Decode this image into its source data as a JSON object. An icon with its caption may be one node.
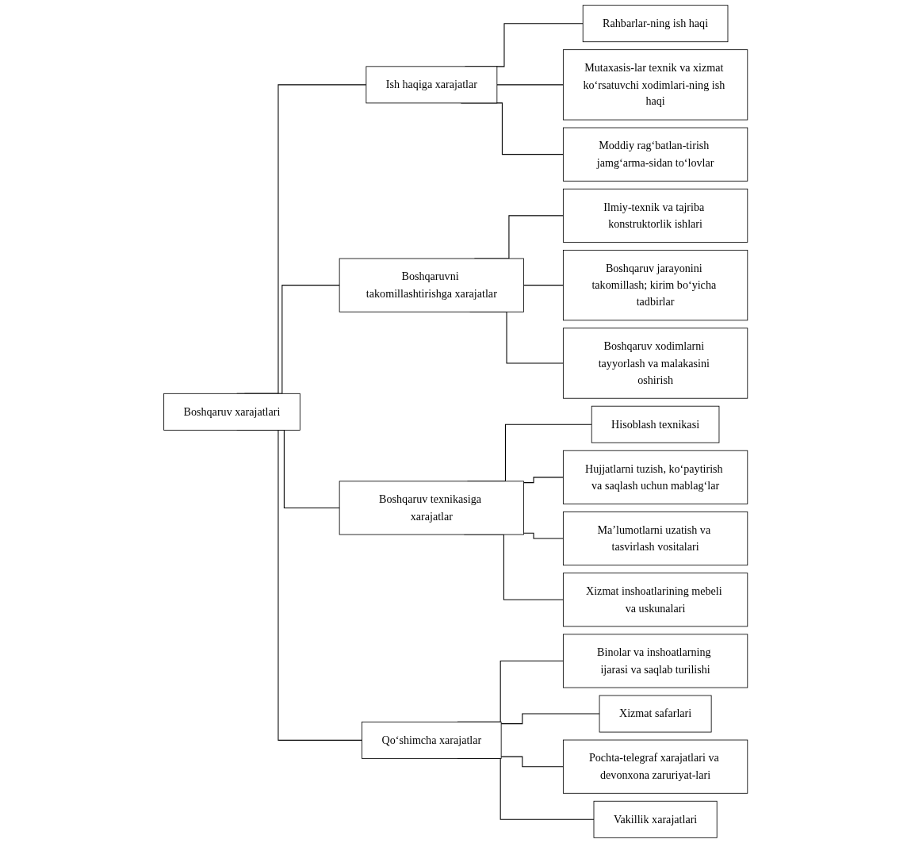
{
  "diagram": {
    "nodes": [
      {
        "text": [
          "Boshqaruv xarajatlari"
        ]
      },
      {
        "text": [
          "Ish haqiga xarajatlar"
        ]
      },
      {
        "text": [
          "Boshqaruvni takomillashtirishga xarajatlar"
        ]
      },
      {
        "text": [
          "Boshqaruv texnikasiga xarajatlar"
        ]
      },
      {
        "text": [
          "Qo‘shimcha xarajatlar"
        ]
      },
      {
        "text": [
          "Rahbarlar-ning ish haqi"
        ]
      },
      {
        "text": [
          "Mutaxasis-lar texnik va xizmat ko‘rsatuvchi xodimlari-ning ish haqi"
        ]
      },
      {
        "text": [
          "Moddiy rag‘batlan-tirish jamg‘arma-sidan to‘lovlar"
        ]
      },
      {
        "text": [
          "Ilmiy-texnik va tajriba konstruktorlik ishlari"
        ]
      },
      {
        "text": [
          "Boshqaruv jarayonini takomillash; kirim bo‘yicha tadbirlar"
        ]
      },
      {
        "text": [
          "Boshqaruv xodimlarni tayyorlash va malakasini oshirish"
        ]
      },
      {
        "text": [
          "Hisoblash texnikasi"
        ]
      },
      {
        "text": [
          "Hujjatlarni tuzish, ko‘paytirish va saqlash uchun mablag‘lar"
        ]
      },
      {
        "text": [
          "Ma’lumotlarni uzatish va tasvirlash vositalari"
        ]
      },
      {
        "text": [
          "Xizmat inshoatlarining mebeli va uskunalari"
        ]
      },
      {
        "text": [
          "Binolar va inshoatlarning ijarasi va saqlab turilishi"
        ]
      },
      {
        "text": [
          "Xizmat safarlari"
        ]
      },
      {
        "text": [
          "Pochta-telegraf xarajatlari va devonxona zaruriyat-lari"
        ]
      },
      {
        "text": [
          "Vakillik xarajatlari"
        ]
      }
    ],
    "edges": [
      {
        "from": 0,
        "to": 1,
        "arrow": "none"
      },
      {
        "from": 0,
        "to": 2,
        "arrow": "none"
      },
      {
        "from": 0,
        "to": 3,
        "arrow": "none"
      },
      {
        "from": 0,
        "to": 4,
        "arrow": "none"
      },
      {
        "from": 1,
        "to": 5,
        "arrow": "none"
      },
      {
        "from": 1,
        "to": 6,
        "arrow": "none"
      },
      {
        "from": 1,
        "to": 7,
        "arrow": "none"
      },
      {
        "from": 2,
        "to": 8,
        "arrow": "none"
      },
      {
        "from": 2,
        "to": 9,
        "arrow": "none"
      },
      {
        "from": 2,
        "to": 10,
        "arrow": "none"
      },
      {
        "from": 3,
        "to": 11,
        "arrow": "none"
      },
      {
        "from": 3,
        "to": 12,
        "arrow": "none"
      },
      {
        "from": 3,
        "to": 13,
        "arrow": "none"
      },
      {
        "from": 3,
        "to": 14,
        "arrow": "none"
      },
      {
        "from": 4,
        "to": 15,
        "arrow": "none"
      },
      {
        "from": 4,
        "to": 16,
        "arrow": "none"
      },
      {
        "from": 4,
        "to": 17,
        "arrow": "none"
      },
      {
        "from": 4,
        "to": 18,
        "arrow": "none"
      }
    ]
  }
}
